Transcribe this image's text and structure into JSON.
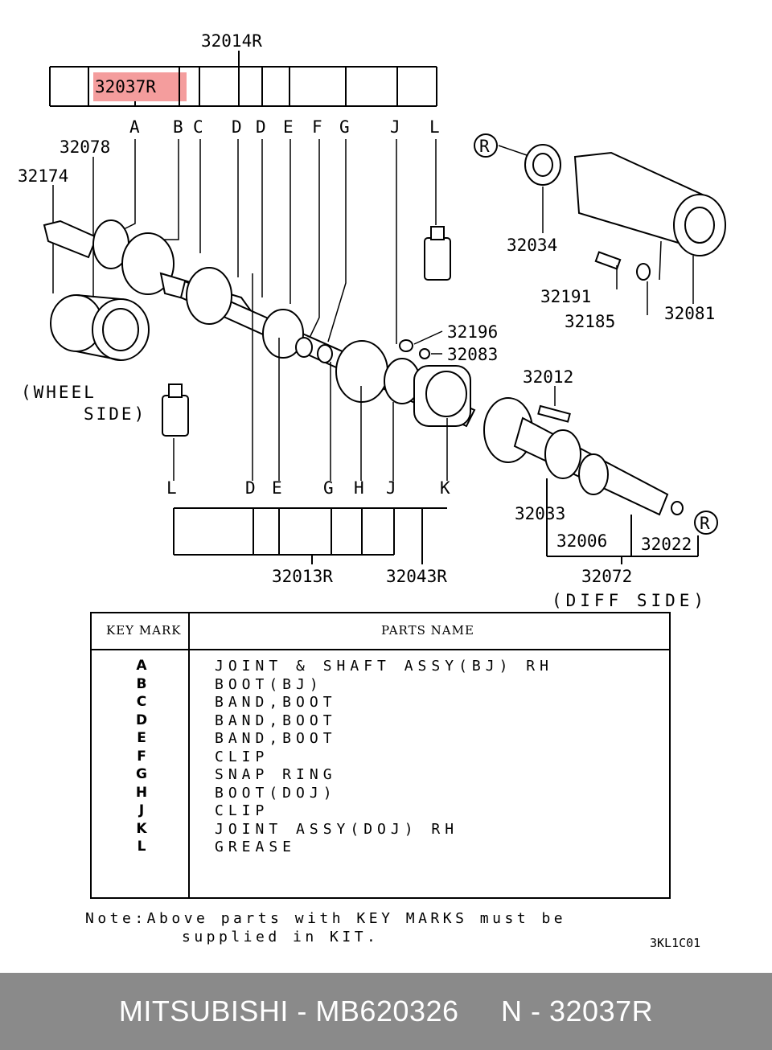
{
  "diagram": {
    "labels": {
      "assy_top": "32014R",
      "highlighted": "32037R",
      "p32078": "32078",
      "p32174": "32174",
      "p32034": "32034",
      "p32191": "32191",
      "p32185": "32185",
      "p32081": "32081",
      "p32196": "32196",
      "p32083": "32083",
      "p32012": "32012",
      "p32033": "32033",
      "p32006": "32006",
      "p32022": "32022",
      "p32072": "32072",
      "p32013R": "32013R",
      "p32043R": "32043R",
      "wheel_side_1": "(WHEEL",
      "wheel_side_2": "SIDE)",
      "diff_side": "(DIFF SIDE)",
      "r_mark": "R"
    },
    "top_keys": [
      "A",
      "B",
      "C",
      "D",
      "D",
      "E",
      "F",
      "G",
      "J",
      "L"
    ],
    "bottom_keys": [
      "L",
      "D",
      "E",
      "G",
      "H",
      "J",
      "K"
    ]
  },
  "table": {
    "header_key": "KEY MARK",
    "header_name": "PARTS NAME",
    "rows": [
      {
        "key": "A",
        "name": "JOINT & SHAFT ASSY(BJ)  RH"
      },
      {
        "key": "B",
        "name": "BOOT(BJ)"
      },
      {
        "key": "C",
        "name": "BAND,BOOT"
      },
      {
        "key": "D",
        "name": "BAND,BOOT"
      },
      {
        "key": "E",
        "name": "BAND,BOOT"
      },
      {
        "key": "F",
        "name": "CLIP"
      },
      {
        "key": "G",
        "name": "SNAP RING"
      },
      {
        "key": "H",
        "name": "BOOT(DOJ)"
      },
      {
        "key": "J",
        "name": "CLIP"
      },
      {
        "key": "K",
        "name": "JOINT ASSY(DOJ)  RH"
      },
      {
        "key": "L",
        "name": "GREASE"
      }
    ]
  },
  "note": {
    "line1": "Note:Above parts with KEY MARKS must be",
    "line2": "supplied in KIT."
  },
  "code": "3KL1C01",
  "footer": "MITSUBISHI - MB620326     N - 32037R",
  "colors": {
    "highlight": "#f28c8c",
    "footer_bg": "#8a8a8a"
  }
}
